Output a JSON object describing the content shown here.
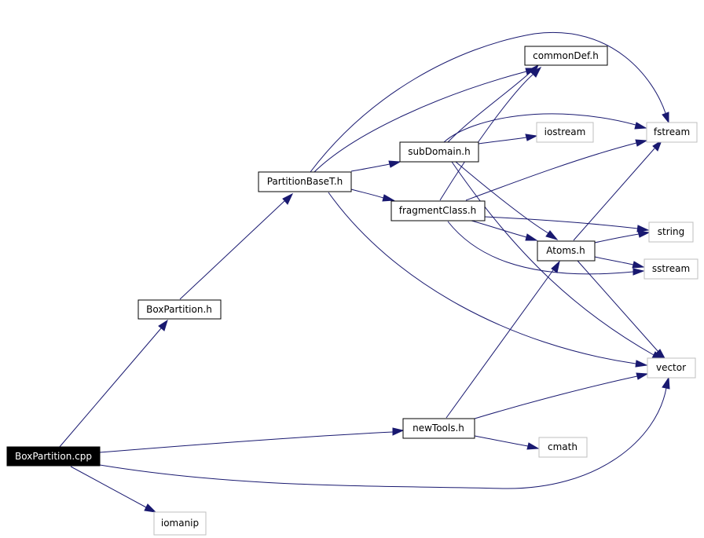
{
  "colors": {
    "edge": "#191970",
    "node_border": "#000000",
    "external_node_border": "#bfbfbf",
    "root_fill": "#000000",
    "root_text": "#ffffff"
  },
  "nodes": {
    "boxpartition_cpp": {
      "label": "BoxPartition.cpp",
      "kind": "root"
    },
    "boxpartition_h": {
      "label": "BoxPartition.h",
      "kind": "header"
    },
    "partitionbaset_h": {
      "label": "PartitionBaseT.h",
      "kind": "header"
    },
    "subdomain_h": {
      "label": "subDomain.h",
      "kind": "header"
    },
    "fragmentclass_h": {
      "label": "fragmentClass.h",
      "kind": "header"
    },
    "commondef_h": {
      "label": "commonDef.h",
      "kind": "header"
    },
    "atoms_h": {
      "label": "Atoms.h",
      "kind": "header"
    },
    "newtools_h": {
      "label": "newTools.h",
      "kind": "header"
    },
    "fstream": {
      "label": "fstream",
      "kind": "system"
    },
    "iostream": {
      "label": "iostream",
      "kind": "system"
    },
    "string": {
      "label": "string",
      "kind": "system"
    },
    "sstream": {
      "label": "sstream",
      "kind": "system"
    },
    "vector": {
      "label": "vector",
      "kind": "system"
    },
    "cmath": {
      "label": "cmath",
      "kind": "system"
    },
    "iomanip": {
      "label": "iomanip",
      "kind": "system"
    }
  },
  "edges": [
    {
      "from": "boxpartition_cpp",
      "to": "boxpartition_h"
    },
    {
      "from": "boxpartition_cpp",
      "to": "newtools_h"
    },
    {
      "from": "boxpartition_cpp",
      "to": "vector"
    },
    {
      "from": "boxpartition_cpp",
      "to": "iomanip"
    },
    {
      "from": "boxpartition_h",
      "to": "partitionbaset_h"
    },
    {
      "from": "partitionbaset_h",
      "to": "subdomain_h"
    },
    {
      "from": "partitionbaset_h",
      "to": "fragmentclass_h"
    },
    {
      "from": "partitionbaset_h",
      "to": "commondef_h"
    },
    {
      "from": "partitionbaset_h",
      "to": "fstream"
    },
    {
      "from": "partitionbaset_h",
      "to": "vector"
    },
    {
      "from": "subdomain_h",
      "to": "commondef_h"
    },
    {
      "from": "subdomain_h",
      "to": "iostream"
    },
    {
      "from": "subdomain_h",
      "to": "fstream"
    },
    {
      "from": "subdomain_h",
      "to": "atoms_h"
    },
    {
      "from": "subdomain_h",
      "to": "vector"
    },
    {
      "from": "fragmentclass_h",
      "to": "commondef_h"
    },
    {
      "from": "fragmentclass_h",
      "to": "fstream"
    },
    {
      "from": "fragmentclass_h",
      "to": "string"
    },
    {
      "from": "fragmentclass_h",
      "to": "atoms_h"
    },
    {
      "from": "fragmentclass_h",
      "to": "sstream"
    },
    {
      "from": "atoms_h",
      "to": "fstream"
    },
    {
      "from": "atoms_h",
      "to": "string"
    },
    {
      "from": "atoms_h",
      "to": "sstream"
    },
    {
      "from": "atoms_h",
      "to": "vector"
    },
    {
      "from": "newtools_h",
      "to": "atoms_h"
    },
    {
      "from": "newtools_h",
      "to": "vector"
    },
    {
      "from": "newtools_h",
      "to": "cmath"
    }
  ]
}
